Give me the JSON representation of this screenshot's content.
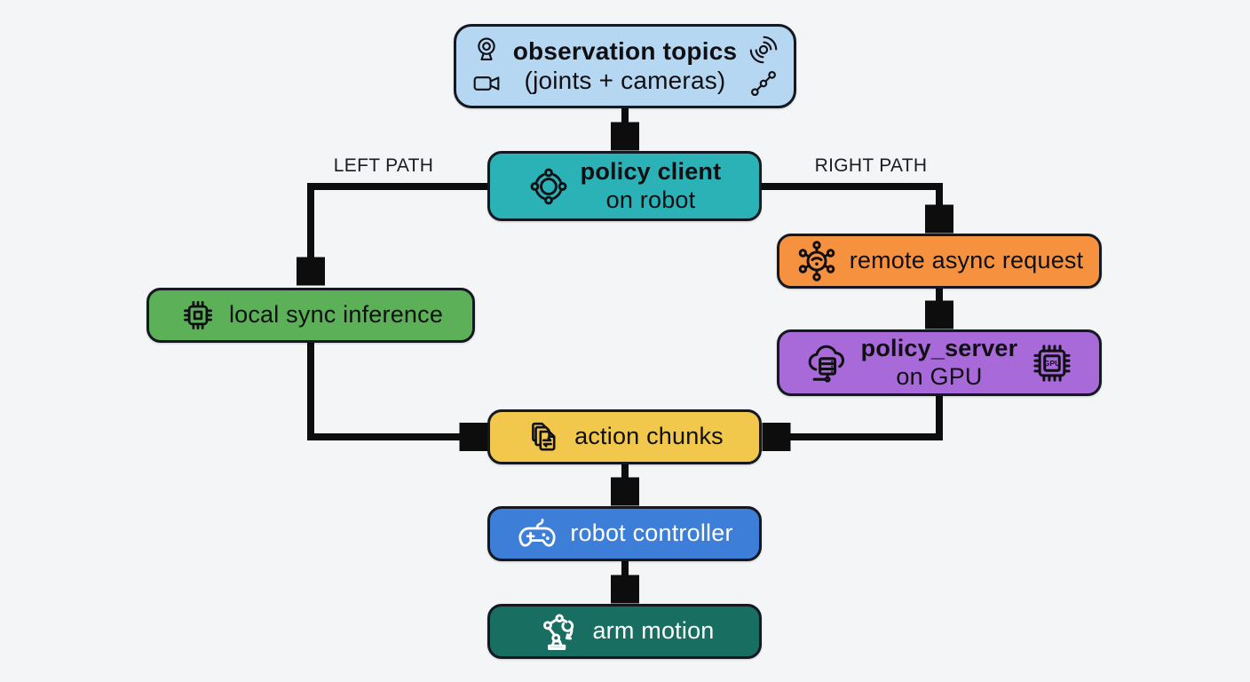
{
  "diagram": {
    "background_color": "#f3f5f7",
    "edge_color": "#0d0d0d",
    "border_color": "#141820",
    "path_labels": {
      "left": "LEFT PATH",
      "right": "RIGHT PATH"
    },
    "nodes": [
      {
        "id": "observation-topics",
        "line1": "observation topics",
        "line2": "(joints + cameras)",
        "fill": "#b6d7f2",
        "text_color": "#101014",
        "icons": [
          "webcam-icon",
          "video-camera-icon",
          "signal-icon",
          "linked-nodes-icon"
        ]
      },
      {
        "id": "policy-client",
        "line1": "policy client",
        "line2": "on robot",
        "fill": "#2ab2b6",
        "text_color": "#101014",
        "icons": [
          "orbit-hub-icon"
        ]
      },
      {
        "id": "local-sync-inference",
        "line1": "local sync inference",
        "fill": "#5cb158",
        "text_color": "#101014",
        "icons": [
          "cpu-chip-icon"
        ]
      },
      {
        "id": "remote-async-request",
        "line1": "remote async request",
        "fill": "#f6923f",
        "text_color": "#101014",
        "icons": [
          "network-hub-icon"
        ]
      },
      {
        "id": "policy-server",
        "line1": "policy_server",
        "line2": "on GPU",
        "fill": "#a869d9",
        "text_color": "#101014",
        "icons": [
          "cloud-server-icon",
          "gpu-chip-icon"
        ],
        "gpu_chip_label": "GPU"
      },
      {
        "id": "action-chunks",
        "line1": "action chunks",
        "fill": "#f1c74c",
        "text_color": "#101014",
        "icons": [
          "documents-transfer-icon"
        ]
      },
      {
        "id": "robot-controller",
        "line1": "robot controller",
        "fill": "#3c7ed8",
        "text_color": "#ffffff",
        "icons": [
          "gamepad-icon"
        ]
      },
      {
        "id": "arm-motion",
        "line1": "arm motion",
        "fill": "#186e61",
        "text_color": "#ffffff",
        "icons": [
          "robot-arm-icon"
        ]
      }
    ],
    "edges": [
      {
        "from": "observation-topics",
        "to": "policy-client"
      },
      {
        "from": "policy-client",
        "to": "local-sync-inference",
        "label": "LEFT PATH"
      },
      {
        "from": "policy-client",
        "to": "remote-async-request",
        "label": "RIGHT PATH"
      },
      {
        "from": "remote-async-request",
        "to": "policy-server"
      },
      {
        "from": "policy-server",
        "to": "action-chunks"
      },
      {
        "from": "local-sync-inference",
        "to": "action-chunks"
      },
      {
        "from": "action-chunks",
        "to": "robot-controller"
      },
      {
        "from": "robot-controller",
        "to": "arm-motion"
      }
    ]
  }
}
